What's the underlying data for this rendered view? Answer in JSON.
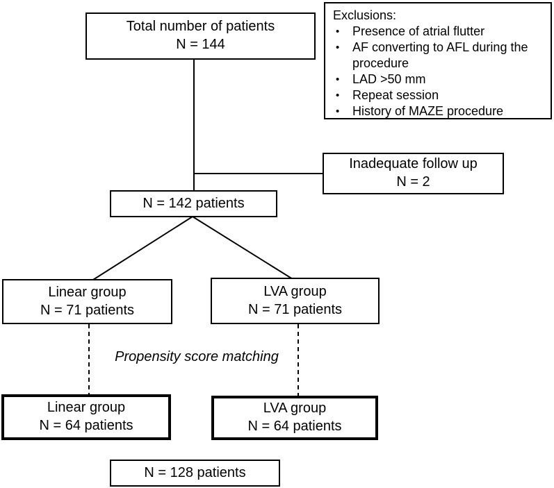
{
  "figure": {
    "total_box": {
      "line1": "Total number of patients",
      "line2": "N = 144"
    },
    "exclusions_box": {
      "title": "Exclusions:",
      "bullet": "•",
      "items": [
        "Presence of atrial flutter",
        "AF converting to AFL during the procedure",
        "LAD >50 mm",
        "Repeat session",
        "History of MAZE procedure"
      ]
    },
    "inadequate_box": {
      "line1": "Inadequate follow up",
      "line2": "N = 2"
    },
    "n142_box": {
      "line1": "N = 142 patients"
    },
    "linear71_box": {
      "line1": "Linear group",
      "line2": "N = 71 patients"
    },
    "lva71_box": {
      "line1": "LVA group",
      "line2": "N = 71 patients"
    },
    "propensity_label": "Propensity score matching",
    "linear64_box": {
      "line1": "Linear group",
      "line2": "N = 64 patients"
    },
    "lva64_box": {
      "line1": "LVA group",
      "line2": "N = 64 patients"
    },
    "n128_box": {
      "line1": "N = 128 patients"
    },
    "colors": {
      "line": "#000000",
      "background": "#ffffff",
      "text": "#000000"
    }
  }
}
